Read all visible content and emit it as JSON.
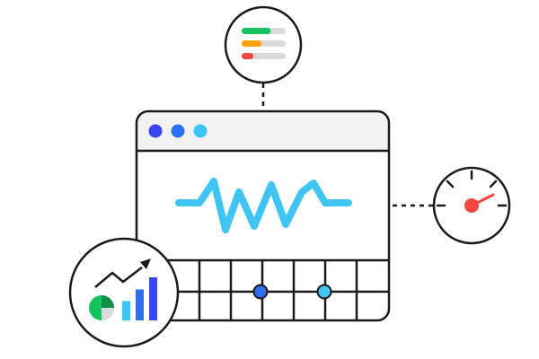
{
  "colors": {
    "stroke": "#1a1a1a",
    "titlebar": "#f2f2f2",
    "dot1": "#3a46ef",
    "dot2": "#2f6ff2",
    "dot3": "#40c4f4",
    "wave": "#40c4f4",
    "point1": "#2f6ff2",
    "point2": "#40c4f4",
    "track": "#d9dadc",
    "green": "#16c25f",
    "orange": "#ffa20a",
    "red": "#f2473f",
    "pieGray": "#d9dadc",
    "pieDark": "#0f8f46"
  },
  "status_bars": [
    {
      "name": "green",
      "fraction": 0.66
    },
    {
      "name": "orange",
      "fraction": 0.45
    },
    {
      "name": "red",
      "fraction": 0.27
    }
  ],
  "bar_chart_icon": [
    0.45,
    0.72,
    1.0
  ],
  "gauge_fraction": 0.72
}
